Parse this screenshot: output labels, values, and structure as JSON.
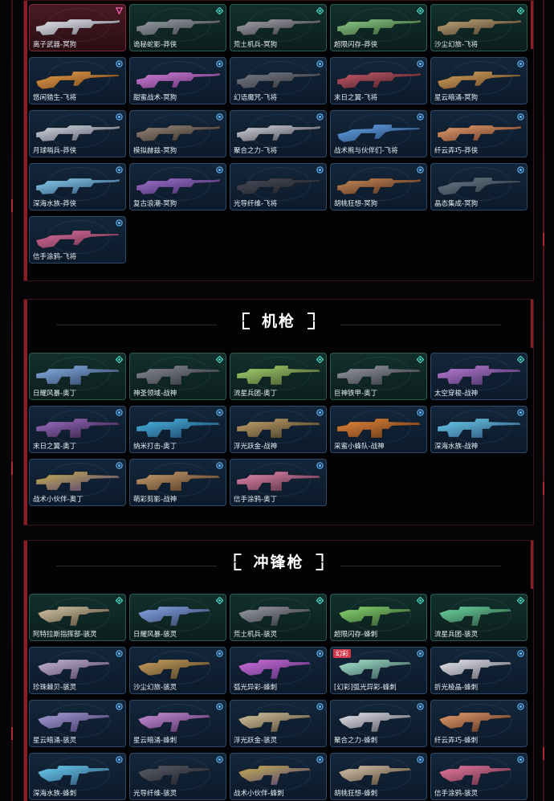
{
  "sections": [
    {
      "key": "top",
      "cards": [
        {
          "label": "离子武器-冥狗",
          "tier": "triangle",
          "bg": "red",
          "gun": "rifle",
          "c1": "#e8e8ee",
          "c2": "#6a6a78"
        },
        {
          "label": "诡秘蛇影-莽侠",
          "tier": "diamond",
          "bg": "green",
          "gun": "rifle",
          "c1": "#9aa0a8",
          "c2": "#3a3c44"
        },
        {
          "label": "荒土机兵-冥狗",
          "tier": "diamond",
          "bg": "green",
          "gun": "rifle",
          "c1": "#a8a8b0",
          "c2": "#2c2e36"
        },
        {
          "label": "超限闪存-莽侠",
          "tier": "diamond",
          "bg": "green",
          "gun": "rifle",
          "c1": "#8fd08a",
          "c2": "#2d4a2a"
        },
        {
          "label": "沙尘幻旅-飞将",
          "tier": "diamond",
          "bg": "green",
          "gun": "rifle",
          "c1": "#c6a87a",
          "c2": "#3a3026"
        },
        {
          "label": "悠闲猎生-飞将",
          "tier": "circle",
          "bg": "blue",
          "gun": "sniper",
          "c1": "#e8a24a",
          "c2": "#6a3a18"
        },
        {
          "label": "甜蜜战术-冥狗",
          "tier": "circle",
          "bg": "blue",
          "gun": "rifle",
          "c1": "#d080d8",
          "c2": "#5a2a6a"
        },
        {
          "label": "幻语魔咒-飞将",
          "tier": "circle",
          "bg": "blue",
          "gun": "rifle",
          "c1": "#7a7e88",
          "c2": "#2a2c34"
        },
        {
          "label": "末日之翼-飞将",
          "tier": "circle",
          "bg": "blue",
          "gun": "rifle",
          "c1": "#c85a6a",
          "c2": "#3a1c24"
        },
        {
          "label": "星云暗涌-冥狗",
          "tier": "circle",
          "bg": "blue",
          "gun": "sniper",
          "c1": "#d8a860",
          "c2": "#5a3a20"
        },
        {
          "label": "月球哨兵-莽侠",
          "tier": "circle",
          "bg": "blue",
          "gun": "rifle",
          "c1": "#d8dce4",
          "c2": "#4a5060"
        },
        {
          "label": "模拟赫兹-冥狗",
          "tier": "circle",
          "bg": "blue",
          "gun": "rifle",
          "c1": "#9a8a7a",
          "c2": "#2a2420"
        },
        {
          "label": "聚合之力-飞将",
          "tier": "circle",
          "bg": "blue",
          "gun": "rifle",
          "c1": "#d8d8e0",
          "c2": "#3a3a44"
        },
        {
          "label": "战术熊与伙伴们-飞将",
          "tier": "circle",
          "bg": "blue",
          "gun": "sniper",
          "c1": "#6aa8e8",
          "c2": "#1a3a6a"
        },
        {
          "label": "纤云弄巧-莽侠",
          "tier": "circle",
          "bg": "blue",
          "gun": "rifle",
          "c1": "#e8a070",
          "c2": "#5a3020"
        },
        {
          "label": "深海水族-莽侠",
          "tier": "circle",
          "bg": "blue",
          "gun": "rifle",
          "c1": "#8ad0f0",
          "c2": "#2a4a70"
        },
        {
          "label": "复古浪潮-冥狗",
          "tier": "circle",
          "bg": "blue",
          "gun": "rifle",
          "c1": "#a070d0",
          "c2": "#3a2a5a"
        },
        {
          "label": "光导纤维-飞将",
          "tier": "circle",
          "bg": "blue",
          "gun": "rifle",
          "c1": "#4a4e5a",
          "c2": "#1a1c22"
        },
        {
          "label": "胡桃狂想-冥狗",
          "tier": "circle",
          "bg": "blue",
          "gun": "rifle",
          "c1": "#c88a5a",
          "c2": "#4a2a1a"
        },
        {
          "label": "晶态集成-冥狗",
          "tier": "circle",
          "bg": "blue",
          "gun": "sniper",
          "c1": "#6a7a8a",
          "c2": "#2a323c"
        },
        {
          "label": "信手涂鸦-飞将",
          "tier": "circle",
          "bg": "blue",
          "gun": "sniper",
          "c1": "#e070a0",
          "c2": "#5a2a40"
        }
      ]
    },
    {
      "key": "mg",
      "title": "机枪",
      "cards": [
        {
          "label": "日耀风暴-奥丁",
          "tier": "diamond",
          "bg": "green",
          "gun": "lmg",
          "c1": "#8ab4e8",
          "c2": "#2a3a5a"
        },
        {
          "label": "神圣领域-战神",
          "tier": "diamond",
          "bg": "green",
          "gun": "lmg",
          "c1": "#8a8e98",
          "c2": "#2a2c34"
        },
        {
          "label": "流星兵团-奥丁",
          "tier": "diamond",
          "bg": "green",
          "gun": "lmg",
          "c1": "#a8d870",
          "c2": "#3a4a2a"
        },
        {
          "label": "巨神铁甲-奥丁",
          "tier": "diamond",
          "bg": "green",
          "gun": "lmg",
          "c1": "#9a9ea8",
          "c2": "#2a2c34"
        },
        {
          "label": "太空穿梭-战神",
          "tier": "diamond",
          "bg": "blue",
          "gun": "lmg",
          "c1": "#c080d8",
          "c2": "#3a2a5a"
        },
        {
          "label": "末日之翼-奥丁",
          "tier": "circle",
          "bg": "blue",
          "gun": "lmg",
          "c1": "#a070c8",
          "c2": "#2a1c3a"
        },
        {
          "label": "纳米打击-奥丁",
          "tier": "circle",
          "bg": "blue",
          "gun": "lmg",
          "c1": "#4ab8e8",
          "c2": "#1a3a5a"
        },
        {
          "label": "浮光跃金-战神",
          "tier": "circle",
          "bg": "blue",
          "gun": "lmg",
          "c1": "#c8a870",
          "c2": "#3a3020"
        },
        {
          "label": "采蜜小蜂队-战神",
          "tier": "circle",
          "bg": "blue",
          "gun": "lmg",
          "c1": "#e88a3a",
          "c2": "#5a3018"
        },
        {
          "label": "深海水族-战神",
          "tier": "circle",
          "bg": "blue",
          "gun": "lmg",
          "c1": "#6ad0f0",
          "c2": "#2a4a70"
        },
        {
          "label": "战术小伙伴-奥丁",
          "tier": "circle",
          "bg": "blue",
          "gun": "lmg",
          "c1": "#c8b050",
          "c2": "#4a3a7a"
        },
        {
          "label": "萌彩剪影-战神",
          "tier": "circle",
          "bg": "blue",
          "gun": "lmg",
          "c1": "#c8a070",
          "c2": "#4a3020"
        },
        {
          "label": "信手涂鸦-奥丁",
          "tier": "circle",
          "bg": "blue",
          "gun": "lmg",
          "c1": "#e88ab0",
          "c2": "#4a2a3a"
        }
      ]
    },
    {
      "key": "smg",
      "title": "冲锋枪",
      "cards": [
        {
          "label": "阿特拉斯指挥部-骇灵",
          "tier": "diamond",
          "bg": "green",
          "gun": "smg",
          "c1": "#d8c8a8",
          "c2": "#4a4030"
        },
        {
          "label": "日耀风暴-骇灵",
          "tier": "diamond",
          "bg": "green",
          "gun": "smg",
          "c1": "#8aa8e8",
          "c2": "#2a3a5a"
        },
        {
          "label": "荒土机兵-骇灵",
          "tier": "diamond",
          "bg": "green",
          "gun": "smg",
          "c1": "#9a9ea8",
          "c2": "#2a2c34"
        },
        {
          "label": "超限闪存-蜂刺",
          "tier": "diamond",
          "bg": "green",
          "gun": "smg",
          "c1": "#8ad870",
          "c2": "#2a4a2a"
        },
        {
          "label": "流星兵团-骇灵",
          "tier": "diamond",
          "bg": "green",
          "gun": "smg",
          "c1": "#6ad8a0",
          "c2": "#2a4a3a"
        },
        {
          "label": "珍珠棘贝-骇灵",
          "tier": "circle",
          "bg": "blue",
          "gun": "smg",
          "c1": "#c8b8d8",
          "c2": "#4a3a5a"
        },
        {
          "label": "沙尘幻旅-骇灵",
          "tier": "circle",
          "bg": "blue",
          "gun": "smg",
          "c1": "#c8a060",
          "c2": "#4a3a20"
        },
        {
          "label": "弧光异彩-蜂刺",
          "tier": "circle",
          "bg": "blue",
          "gun": "smg",
          "c1": "#d070e0",
          "c2": "#4a2a6a"
        },
        {
          "label": "[幻彩]弧光异彩-蜂刺",
          "tier": "circle",
          "bg": "blue",
          "gun": "smg",
          "c1": "#a8e8d0",
          "c2": "#2a4a4a",
          "badge": "幻彩"
        },
        {
          "label": "折光棱晶-蜂刺",
          "tier": "circle",
          "bg": "blue",
          "gun": "smg",
          "c1": "#e8e8f0",
          "c2": "#5a5a66"
        },
        {
          "label": "星云暗涌-骇灵",
          "tier": "circle",
          "bg": "blue",
          "gun": "smg",
          "c1": "#a8a0d8",
          "c2": "#3a3060"
        },
        {
          "label": "星云暗涌-蜂刺",
          "tier": "circle",
          "bg": "blue",
          "gun": "smg",
          "c1": "#c890d8",
          "c2": "#4a2a5a"
        },
        {
          "label": "浮光跃金-骇灵",
          "tier": "circle",
          "bg": "blue",
          "gun": "smg",
          "c1": "#d8c8a0",
          "c2": "#4a4030"
        },
        {
          "label": "聚合之力-蜂刺",
          "tier": "circle",
          "bg": "blue",
          "gun": "smg",
          "c1": "#e8e8f0",
          "c2": "#4a4a56"
        },
        {
          "label": "纤云弄巧-蜂刺",
          "tier": "circle",
          "bg": "blue",
          "gun": "smg",
          "c1": "#e8a070",
          "c2": "#4a2a1a"
        },
        {
          "label": "深海水族-蜂刺",
          "tier": "circle",
          "bg": "blue",
          "gun": "smg",
          "c1": "#6ad0f0",
          "c2": "#2a4a70"
        },
        {
          "label": "光导纤维-骇灵",
          "tier": "circle",
          "bg": "blue",
          "gun": "smg",
          "c1": "#5a5e6a",
          "c2": "#1a1c22"
        },
        {
          "label": "战术小伙伴-蜂刺",
          "tier": "circle",
          "bg": "blue",
          "gun": "smg",
          "c1": "#c8b050",
          "c2": "#4a3a7a"
        },
        {
          "label": "胡桃狂想-蜂刺",
          "tier": "circle",
          "bg": "blue",
          "gun": "smg",
          "c1": "#d8c8b0",
          "c2": "#4a3a2a"
        },
        {
          "label": "信手涂鸦-骇灵",
          "tier": "circle",
          "bg": "blue",
          "gun": "smg",
          "c1": "#e87aa0",
          "c2": "#5a2a40"
        }
      ]
    }
  ],
  "colors": {
    "accent_red": "#b02a35",
    "tier_teal": "#4ad0c0",
    "tier_blue": "#5ab0f0",
    "tier_pink": "#e860b0"
  }
}
